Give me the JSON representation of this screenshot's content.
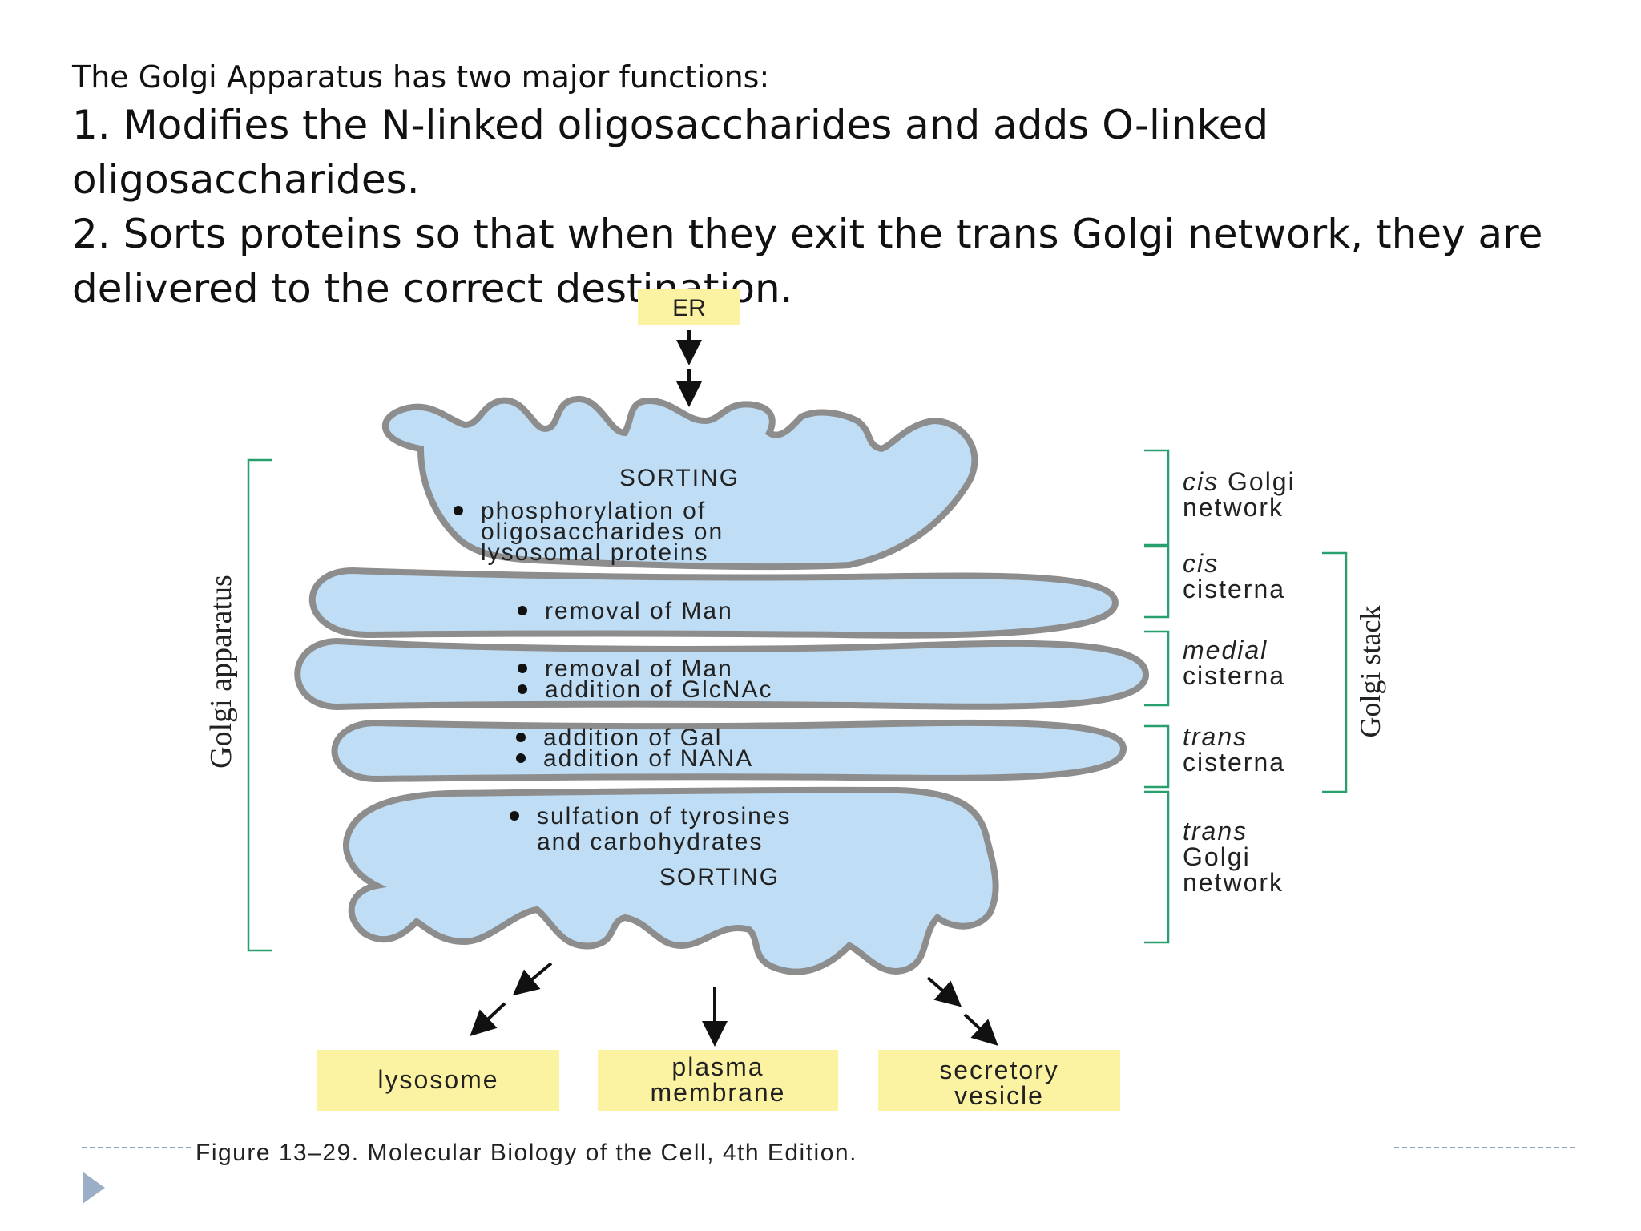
{
  "intro": {
    "heading": "The Golgi Apparatus has two major functions:",
    "point1": "1. Modifies the N-linked oligosaccharides and adds O-linked oligosaccharides.",
    "point2a": "2. Sorts proteins so that when they exit the trans Golgi network, they are",
    "point2b": "delivered to the correct destination."
  },
  "diagram": {
    "er_label": "ER",
    "cis_network": {
      "title": "SORTING",
      "lines": [
        "phosphorylation of",
        "oligosaccharides on",
        "lysosomal proteins"
      ]
    },
    "cis_cisterna": {
      "lines": [
        "removal of Man"
      ]
    },
    "medial_cisterna": {
      "lines": [
        "removal of Man",
        "addition of GlcNAc"
      ]
    },
    "trans_cisterna": {
      "lines": [
        "addition of Gal",
        "addition of NANA"
      ]
    },
    "trans_network": {
      "lines": [
        "sulfation of tyrosines",
        "and carbohydrates"
      ],
      "title": "SORTING"
    },
    "right_labels": {
      "cis_golgi_network": {
        "italic": "cis",
        "rest": " Golgi",
        "line2": "network"
      },
      "cis_cisterna": {
        "italic": "cis",
        "line2": "cisterna"
      },
      "medial_cisterna": {
        "italic": "medial",
        "line2": "cisterna"
      },
      "trans_cisterna": {
        "italic": "trans",
        "line2": "cisterna"
      },
      "trans_golgi_network": {
        "italic": "trans",
        "line2": "Golgi",
        "line3": "network"
      }
    },
    "left_bracket_label": "Golgi apparatus",
    "right_bracket_label": "Golgi stack",
    "destinations": {
      "lysosome": "lysosome",
      "plasma_membrane": [
        "plasma",
        "membrane"
      ],
      "secretory_vesicle": [
        "secretory",
        "vesicle"
      ]
    },
    "caption": "Figure 13–29. Molecular Biology of the Cell, 4th Edition."
  },
  "colors": {
    "cisterna_fill": "#bfddf4",
    "cisterna_stroke": "#8d8d8d",
    "label_box": "#fbf3a1",
    "bracket": "#27a06e",
    "play_icon": "#9aaec6"
  },
  "icons": {
    "play": "play-triangle-icon"
  }
}
